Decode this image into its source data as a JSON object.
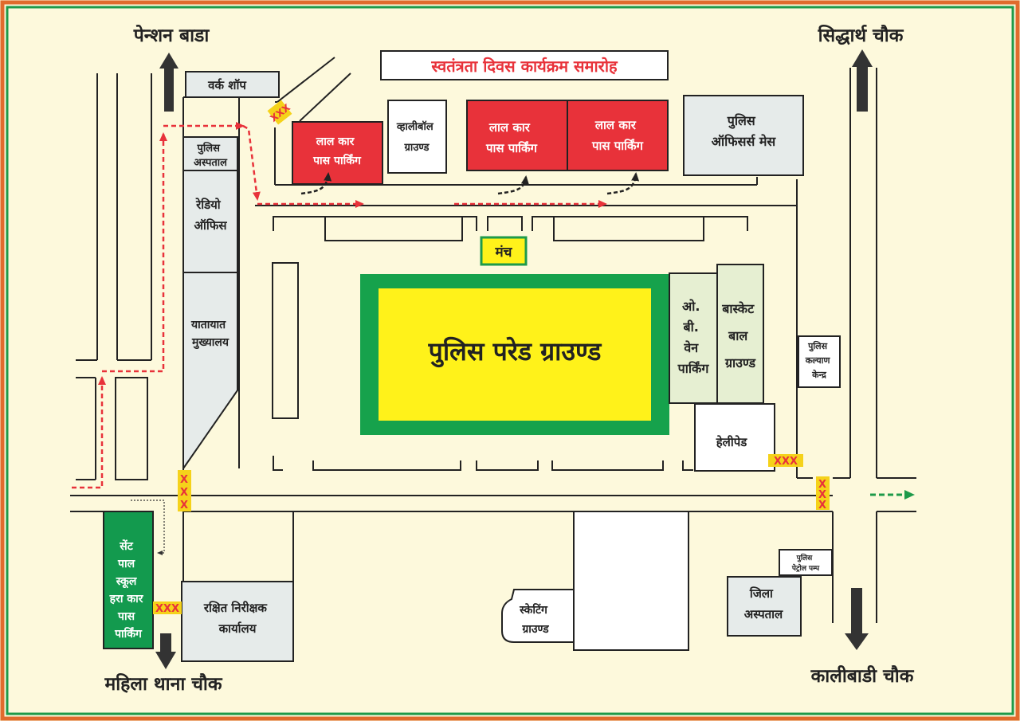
{
  "colors": {
    "background": "#fdf9dc",
    "border_outer": "#e06b2d",
    "border_inner": "#1e9a4a",
    "red_parking": "#e8323a",
    "parade_green": "#16a24c",
    "parade_yellow": "#fff21a",
    "grey_building": "#e6ebea",
    "light_green": "#e6efd2",
    "school_green": "#139a4e",
    "title_red": "#e8323a",
    "barrier_yellow": "#f5d21a",
    "barrier_red": "#e8323a",
    "arrow_dark": "#333333"
  },
  "title": "स्वतंत्रता दिवस कार्यक्रम समारोह",
  "places": {
    "pension_bada": "पेन्शन बाडा",
    "siddharth_chowk": "सिद्धार्थ चौक",
    "mahila_thana_chowk": "महिला थाना चौक",
    "kalibadi_chowk": "कालीबाडी चौक"
  },
  "buildings": {
    "workshop": "वर्क शॉप",
    "volleyball": [
      "व्हालीबॉल",
      "ग्राउण्ड"
    ],
    "red_parking_1": [
      "लाल कार",
      "पास पार्किंग"
    ],
    "red_parking_2": [
      "लाल कार",
      "पास पार्किंग"
    ],
    "red_parking_3": [
      "लाल कार",
      "पास पार्किंग"
    ],
    "police_mess": [
      "पुलिस",
      "ऑफिसर्स मेस"
    ],
    "police_hospital": [
      "पुलिस",
      "अस्पताल"
    ],
    "radio_office": [
      "रेडियो",
      "ऑफिस"
    ],
    "traffic_hq": [
      "यातायात",
      "मुख्यालय"
    ],
    "stage": "मंच",
    "parade_ground": "पुलिस परेड ग्राउण्ड",
    "ob_van": [
      "ओ.",
      "बी.",
      "वेन",
      "पार्किंग"
    ],
    "basketball": [
      "बास्केट",
      "बाल",
      "ग्राउण्ड"
    ],
    "police_welfare": [
      "पुलिस",
      "कल्याण",
      "केन्द्र"
    ],
    "helipad": "हेलीपेड",
    "st_paul": [
      "सेंट",
      "पाल",
      "स्कूल",
      "हरा कार",
      "पास",
      "पार्किंग"
    ],
    "reserve_inspector": [
      "रक्षित निरीक्षक",
      "कार्यालय"
    ],
    "skating": [
      "स्केटिंग",
      "ग्राउण्ड"
    ],
    "petrol_pump": [
      "पुलिस",
      "पेट्रोल पम्प"
    ],
    "district_hospital": [
      "जिला",
      "अस्पताल"
    ]
  },
  "barrier_mark": "XXX",
  "icons": {
    "up_arrow": "up-arrow-icon",
    "down_arrow": "down-arrow-icon",
    "route_arrow": "dashed-route-arrow-icon",
    "barrier": "road-barrier-icon"
  }
}
